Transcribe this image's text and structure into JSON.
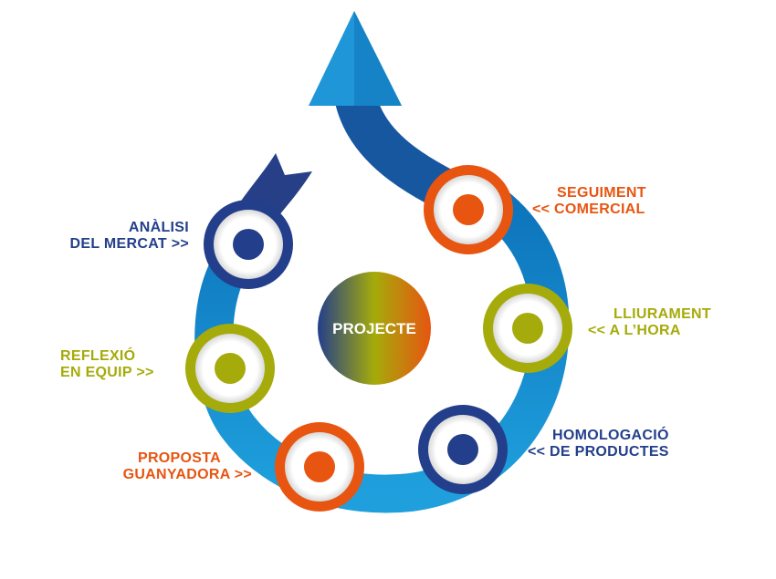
{
  "colors": {
    "navy": "#233f8b",
    "blue": "#0a7fc4",
    "light_blue": "#1fa0dd",
    "orange": "#e75511",
    "olive": "#a5ab0a",
    "white": "#ffffff"
  },
  "center": {
    "label": "PROJECTE"
  },
  "stages": [
    {
      "id": "analisi",
      "color": "navy",
      "line1": "ANÀLISI",
      "line2": "DEL MERCAT  >>"
    },
    {
      "id": "reflexio",
      "color": "olive",
      "line1": "REFLEXIÓ",
      "line2": "EN EQUIP  >>"
    },
    {
      "id": "proposta",
      "color": "orange",
      "line1": "PROPOSTA",
      "line2": "GUANYADORA  >>"
    },
    {
      "id": "homologacio",
      "color": "navy",
      "line1": "HOMOLOGACIÓ",
      "line2": "<<  DE PRODUCTES"
    },
    {
      "id": "lliurament",
      "color": "olive",
      "line1": "LLIURAMENT",
      "line2": "<<  A L’HORA"
    },
    {
      "id": "seguiment",
      "color": "orange",
      "line1": "SEGUIMENT",
      "line2": "<<  COMERCIAL"
    }
  ]
}
